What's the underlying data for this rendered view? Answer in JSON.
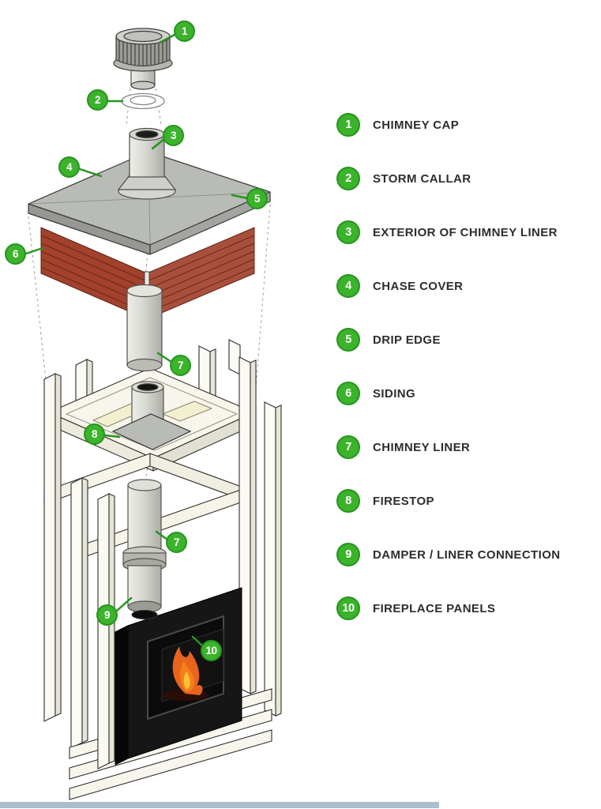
{
  "legend": {
    "items": [
      {
        "num": "1",
        "label": "CHIMNEY CAP"
      },
      {
        "num": "2",
        "label": "STORM CALLAR"
      },
      {
        "num": "3",
        "label": "EXTERIOR OF CHIMNEY LINER"
      },
      {
        "num": "4",
        "label": "CHASE COVER"
      },
      {
        "num": "5",
        "label": "DRIP EDGE"
      },
      {
        "num": "6",
        "label": "SIDING"
      },
      {
        "num": "7",
        "label": "CHIMNEY LINER"
      },
      {
        "num": "8",
        "label": "FIRESTOP"
      },
      {
        "num": "9",
        "label": "DAMPER / LINER CONNECTION"
      },
      {
        "num": "10",
        "label": "FIREPLACE PANELS"
      }
    ]
  },
  "diagram": {
    "callout_numbers": [
      "1",
      "2",
      "3",
      "4",
      "5",
      "6",
      "7",
      "8",
      "7",
      "9",
      "10"
    ],
    "colors": {
      "badge_green": "#3bb32b",
      "badge_ring": "#27941f",
      "chase_gray": "#b9bcb6",
      "siding_brown": "#a2412c",
      "framing_cream": "#f3f0d0",
      "flame_orange": "#e8641c"
    }
  }
}
